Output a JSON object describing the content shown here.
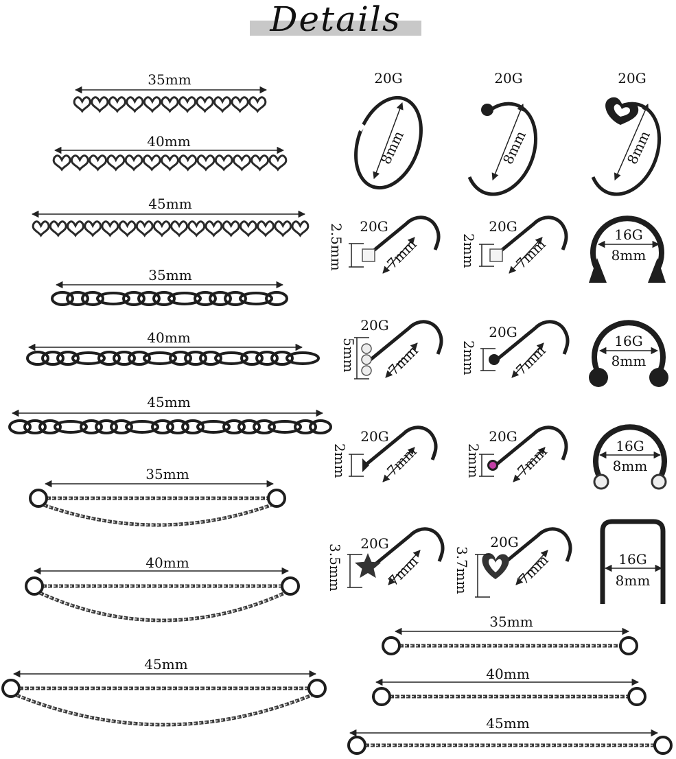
{
  "header": {
    "title": "Details"
  },
  "left_column": {
    "heart_chains": [
      "35mm",
      "40mm",
      "45mm"
    ],
    "link_chains": [
      "35mm",
      "40mm",
      "45mm"
    ],
    "double_chains": [
      "35mm",
      "40mm",
      "45mm"
    ]
  },
  "hoops": [
    {
      "gauge": "20G",
      "diameter": "8mm"
    },
    {
      "gauge": "20G",
      "diameter": "8mm"
    },
    {
      "gauge": "20G",
      "diameter": "8mm"
    }
  ],
  "screws": [
    {
      "gauge": "20G",
      "head": "2.5mm",
      "length": "7mm"
    },
    {
      "gauge": "20G",
      "head": "2mm",
      "length": "7mm"
    },
    {
      "gauge": "20G",
      "head": "5mm",
      "length": "7mm"
    },
    {
      "gauge": "20G",
      "head": "2mm",
      "length": "7mm"
    },
    {
      "gauge": "20G",
      "head": "2mm",
      "length": "7mm"
    },
    {
      "gauge": "20G",
      "head": "2mm",
      "length": "7mm"
    },
    {
      "gauge": "20G",
      "head": "3.5mm",
      "length": "7mm"
    },
    {
      "gauge": "20G",
      "head": "3.7mm",
      "length": "7mm"
    }
  ],
  "horseshoes": [
    {
      "gauge": "16G",
      "diameter": "8mm"
    },
    {
      "gauge": "16G",
      "diameter": "8mm"
    },
    {
      "gauge": "16G",
      "diameter": "8mm"
    },
    {
      "gauge": "16G",
      "diameter": "8mm"
    }
  ],
  "bottom_chains": [
    "35mm",
    "40mm",
    "45mm"
  ],
  "colors": {
    "metal": "#1e1e1e",
    "text": "#111111",
    "header_bar": "#c8c8c8",
    "gem_pink": "#c23fa6"
  }
}
